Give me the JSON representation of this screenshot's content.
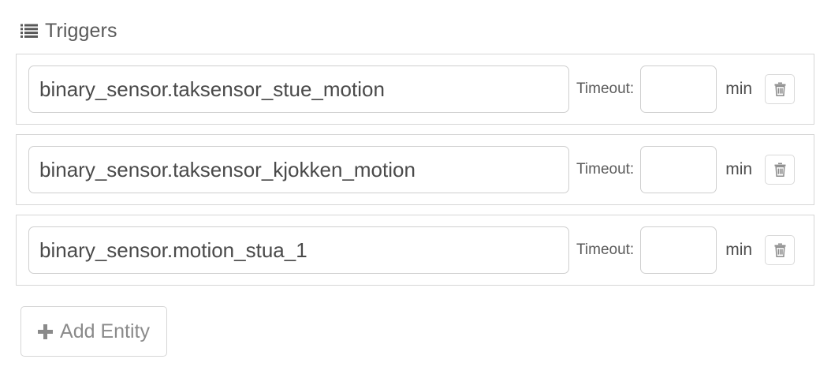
{
  "header": {
    "icon": "list-icon",
    "title": "Triggers"
  },
  "rows": [
    {
      "entity_value": "binary_sensor.taksensor_stue_motion",
      "entity_placeholder": "",
      "timeout_label": "Timeout:",
      "timeout_value": "",
      "timeout_placeholder": "",
      "unit_label": "min",
      "delete_icon": "trash-icon"
    },
    {
      "entity_value": "binary_sensor.taksensor_kjokken_motion",
      "entity_placeholder": "",
      "timeout_label": "Timeout:",
      "timeout_value": "",
      "timeout_placeholder": "",
      "unit_label": "min",
      "delete_icon": "trash-icon"
    },
    {
      "entity_value": "binary_sensor.motion_stua_1",
      "entity_placeholder": "",
      "timeout_label": "Timeout:",
      "timeout_value": "",
      "timeout_placeholder": "",
      "unit_label": "min",
      "delete_icon": "trash-icon"
    }
  ],
  "add_button": {
    "icon": "plus-icon",
    "label": "Add Entity"
  },
  "colors": {
    "title_text": "#595959",
    "input_text": "#4a4a4a",
    "muted_text": "#8a8a8a",
    "border": "#d6d6d6",
    "input_border": "#cfcfcf",
    "background": "#ffffff"
  }
}
